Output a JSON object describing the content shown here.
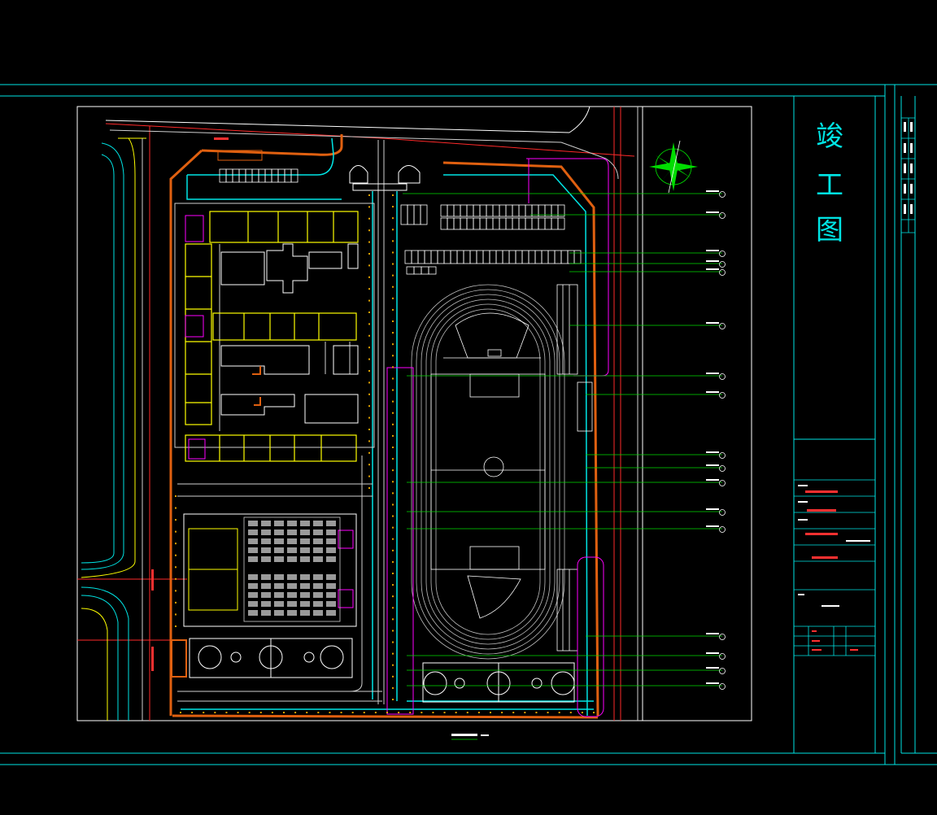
{
  "title_block": {
    "title_chars": [
      "竣",
      "工",
      "图"
    ]
  },
  "colors": {
    "background": "#000000",
    "frame": "#00e5e5",
    "drawing_border": "#ffffff",
    "property_line": "#ff2a2a",
    "fence": "#e06010",
    "building": "#ffff00",
    "road": "#cfcfcf",
    "pipe_cyan": "#00e5e5",
    "leader": "#00dd00",
    "magenta": "#ff00ff",
    "track": "#bfbfbf"
  },
  "icons": {
    "north_arrow": "north-arrow-icon",
    "label_marker": "circle-marker-icon"
  }
}
